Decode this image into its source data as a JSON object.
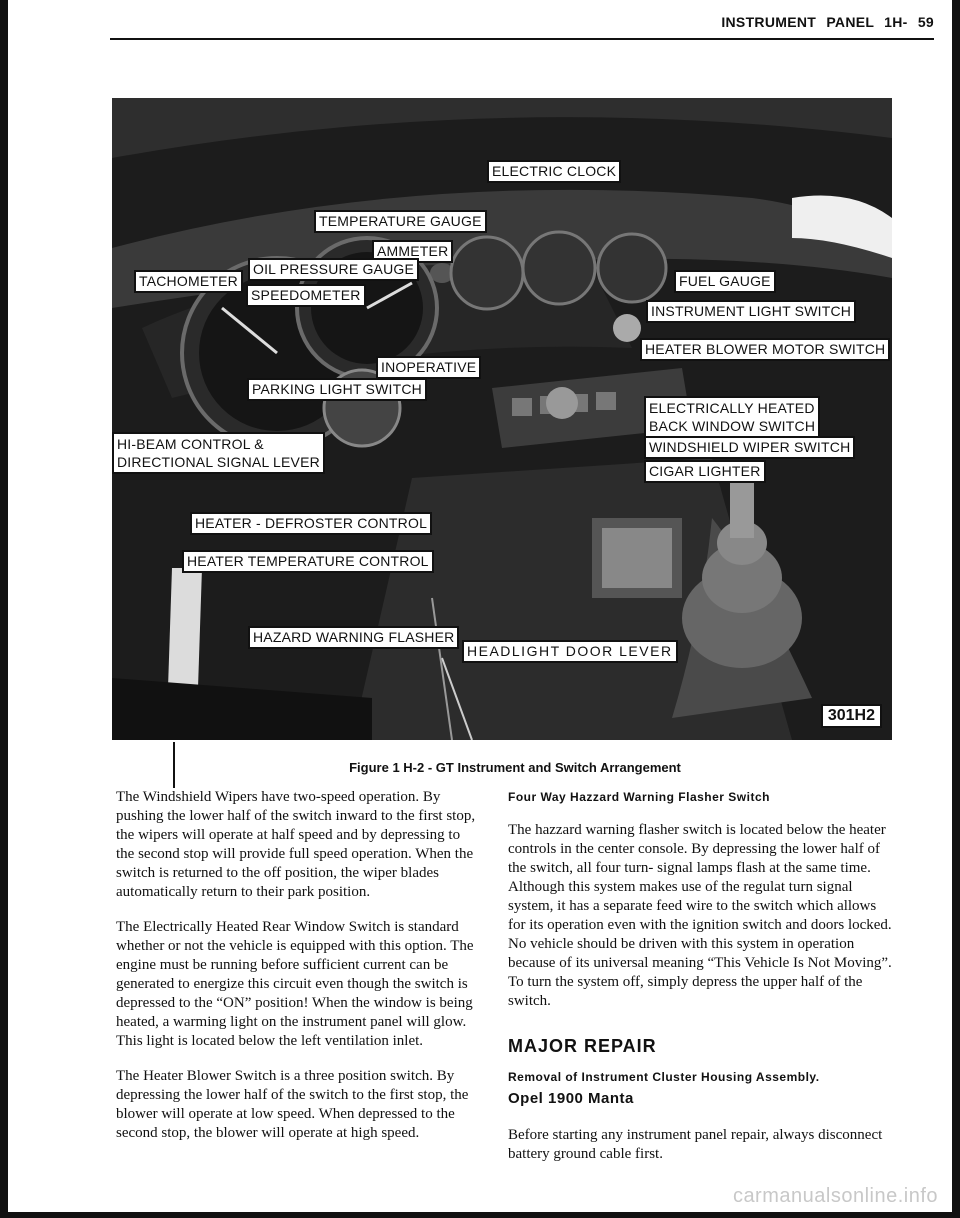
{
  "header": {
    "section": "INSTRUMENT",
    "title": "PANEL",
    "page": "1H- 59"
  },
  "figure": {
    "callouts": {
      "electric_clock": "ELECTRIC CLOCK",
      "temperature_gauge": "TEMPERATURE GAUGE",
      "ammeter": "AMMETER",
      "tachometer": "TACHOMETER",
      "oil_pressure_gauge": "OIL PRESSURE GAUGE",
      "speedometer": "SPEEDOMETER",
      "fuel_gauge": "FUEL GAUGE",
      "instrument_light_switch": "INSTRUMENT LIGHT SWITCH",
      "heater_blower_motor_switch": "HEATER BLOWER MOTOR SWITCH",
      "inoperative": "INOPERATIVE",
      "parking_light_switch": "PARKING LIGHT SWITCH",
      "back_window_1": "ELECTRICALLY HEATED",
      "back_window_2": "BACK WINDOW SWITCH",
      "windshield_wiper_switch": "WINDSHIELD WIPER SWITCH",
      "hibeam_1": "HI-BEAM CONTROL &",
      "hibeam_2": "DIRECTIONAL SIGNAL LEVER",
      "cigar_lighter": "CIGAR LIGHTER",
      "heater_defroster_control": "HEATER - DEFROSTER CONTROL",
      "heater_temperature_control": "HEATER TEMPERATURE CONTROL",
      "hazard_warning_flasher": "HAZARD WARNING FLASHER",
      "headlight_door_lever": "HEADLIGHT DOOR LEVER"
    },
    "figure_id": "301H2",
    "caption": "Figure 1 H-2 - GT Instrument and Switch Arrangement"
  },
  "left_column": {
    "p1": "The Windshield Wipers have two-speed operation. By pushing the lower half of the switch inward to the first stop, the wipers will operate at half speed and by depressing to the second stop will provide full speed operation. When the switch is returned to the off position, the wiper blades automatically return to their park position.",
    "p2": "The Electrically Heated Rear Window Switch is standard whether or not the vehicle is equipped with this option. The engine must be running before sufficient current can be generated to energize this circuit even though the switch is depressed to the “ON” position! When the window is being heated, a warming light on the instrument panel will glow. This light is located below the left ventilation inlet.",
    "p3": "The Heater Blower Switch is a three position switch. By depressing the lower half of the switch to the first stop, the blower will operate at low speed. When depressed to the second stop, the blower will operate at high speed."
  },
  "right_column": {
    "subhead": "Four Way Hazzard Warning Flasher Switch",
    "p1": "The hazzard warning flasher switch is located below the heater controls in the center console. By depressing the lower half of the switch, all four turn- signal lamps flash at the same time. Although this system makes use of the regulat turn signal system, it has a separate feed wire to the switch which allows for its operation even with the ignition switch and doors locked. No vehicle should be driven with this system in operation because of its universal meaning “This Vehicle Is Not Moving”. To turn the system off, simply depress the upper half of the switch.",
    "major_heading": "MAJOR REPAIR",
    "subhead2": "Removal of Instrument Cluster Housing Assembly.",
    "model": "Opel 1900 Manta",
    "p2": "Before starting any instrument panel repair, always disconnect battery ground cable first."
  },
  "watermark": "carmanualsonline.info",
  "colors": {
    "ink": "#111111",
    "photo_dark": "#1a1a1a",
    "paper": "#ffffff"
  }
}
